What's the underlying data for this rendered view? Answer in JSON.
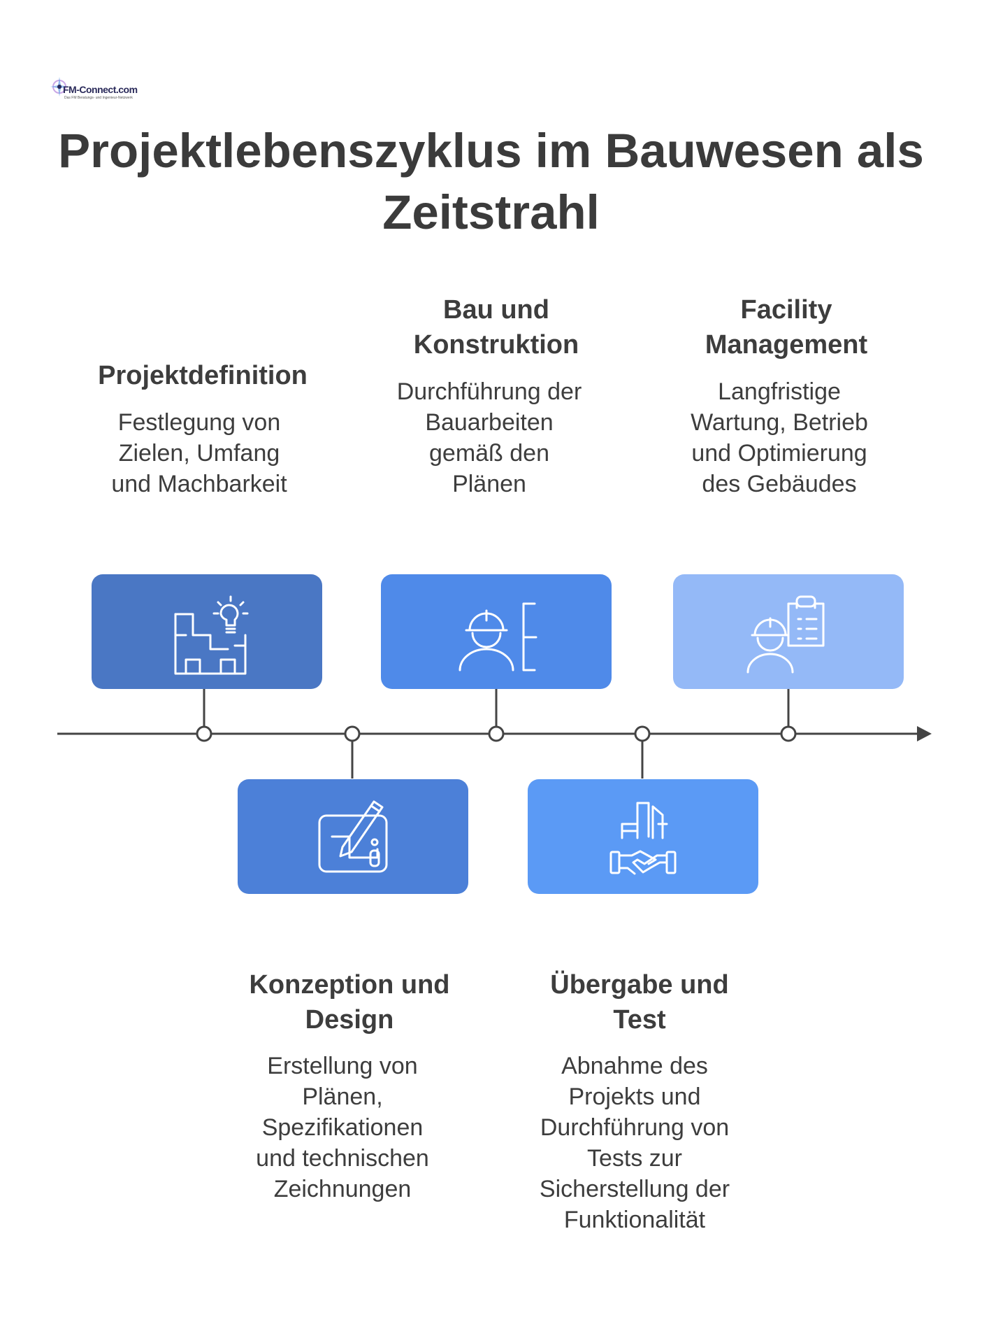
{
  "logo": {
    "text": "FM-Connect.com",
    "subtext": "Das FM Beratungs- und Ingenieur-Netzwerk"
  },
  "title": "Projektlebenszyklus im Bauwesen als Zeitstrahl",
  "phases": [
    {
      "title": "Projektdefinition",
      "description": "Festlegung von Zielen, Umfang und Machbarkeit",
      "icon": "floorplan-lightbulb-icon",
      "color": "#4a77c4"
    },
    {
      "title": "Konzeption und Design",
      "description": "Erstellung von Plänen, Spezifikationen und technischen Zeichnungen",
      "icon": "tablet-pen-icon",
      "color": "#4c80d8"
    },
    {
      "title": "Bau und Konstruktion",
      "description": "Durchführung der Bauarbeiten gemäß den Plänen",
      "icon": "worker-bracket-icon",
      "color": "#4f8ae9"
    },
    {
      "title": "Übergabe und Test",
      "description": "Abnahme des Projekts und Durchführung von Tests zur Sicherstellung der Funktionalität",
      "icon": "building-handshake-icon",
      "color": "#5b9af5"
    },
    {
      "title": "Facility Management",
      "description": "Langfristige Wartung, Betrieb und Optimierung des Gebäudes",
      "icon": "worker-clipboard-icon",
      "color": "#94b9f7"
    }
  ],
  "colors": {
    "line": "#444444",
    "text": "#3d3d3d",
    "icon_stroke": "#ffffff"
  }
}
